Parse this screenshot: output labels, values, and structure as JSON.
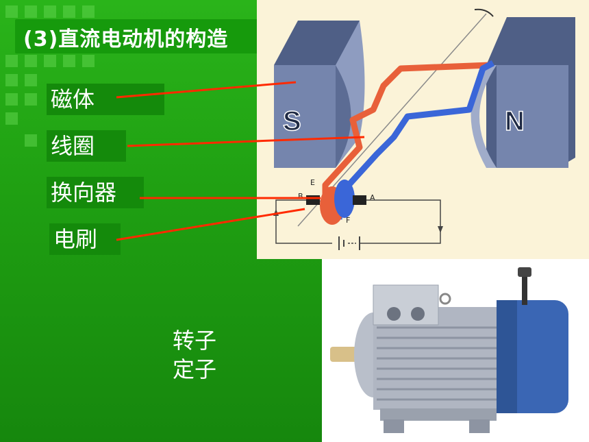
{
  "title": "(3)直流电动机的构造",
  "labels": {
    "magnet": "磁体",
    "coil": "线圈",
    "commutator": "换向器",
    "brush": "电刷"
  },
  "parts": {
    "rotor": "转子",
    "stator": "定子"
  },
  "diagram": {
    "pole_s": "S",
    "pole_n": "N",
    "letter_e": "E",
    "letter_f": "F",
    "letter_a": "A",
    "letter_b": "B"
  },
  "colors": {
    "background": "#1f9f12",
    "leader": "#ff2a00",
    "coil_red": "#e8603a",
    "coil_blue": "#3a66d8",
    "magnet": "#6e7fa6",
    "motor_blue": "#3a66b4"
  }
}
